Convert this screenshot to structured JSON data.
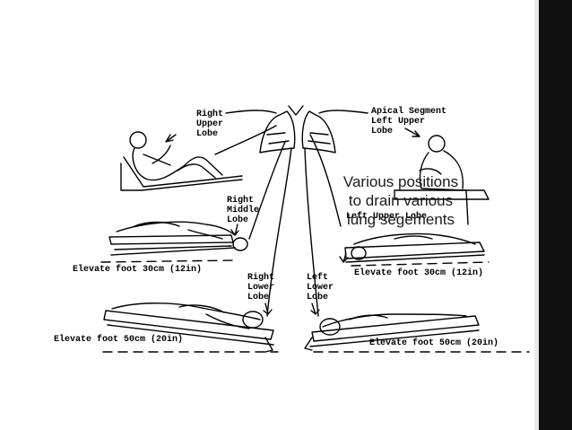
{
  "labels": {
    "right_upper": "Right\nUpper\nLobe",
    "apical": "Apical Segment\nLeft Upper\nLobe",
    "right_middle": "Right\nMiddle\nLobe",
    "left_upper": "Left Upper Lobe",
    "right_lower": "Right\nLower\nLobe",
    "left_lower": "Left\nLower\nLobe"
  },
  "captions": {
    "elevate_30_left": "Elevate foot 30cm (12in)",
    "elevate_30_right": "Elevate foot 30cm (12in)",
    "elevate_50_left": "Elevate foot 50cm (20in)",
    "elevate_50_right": "Elevate foot 50cm (20in)"
  },
  "overlay_text": {
    "line1": "Various positions",
    "line2": "to drain various",
    "line3": "lung segements"
  },
  "colors": {
    "sidebar_dark": "#111111",
    "sidebar_light": "#e9e9e9",
    "line_art": "#000000"
  }
}
